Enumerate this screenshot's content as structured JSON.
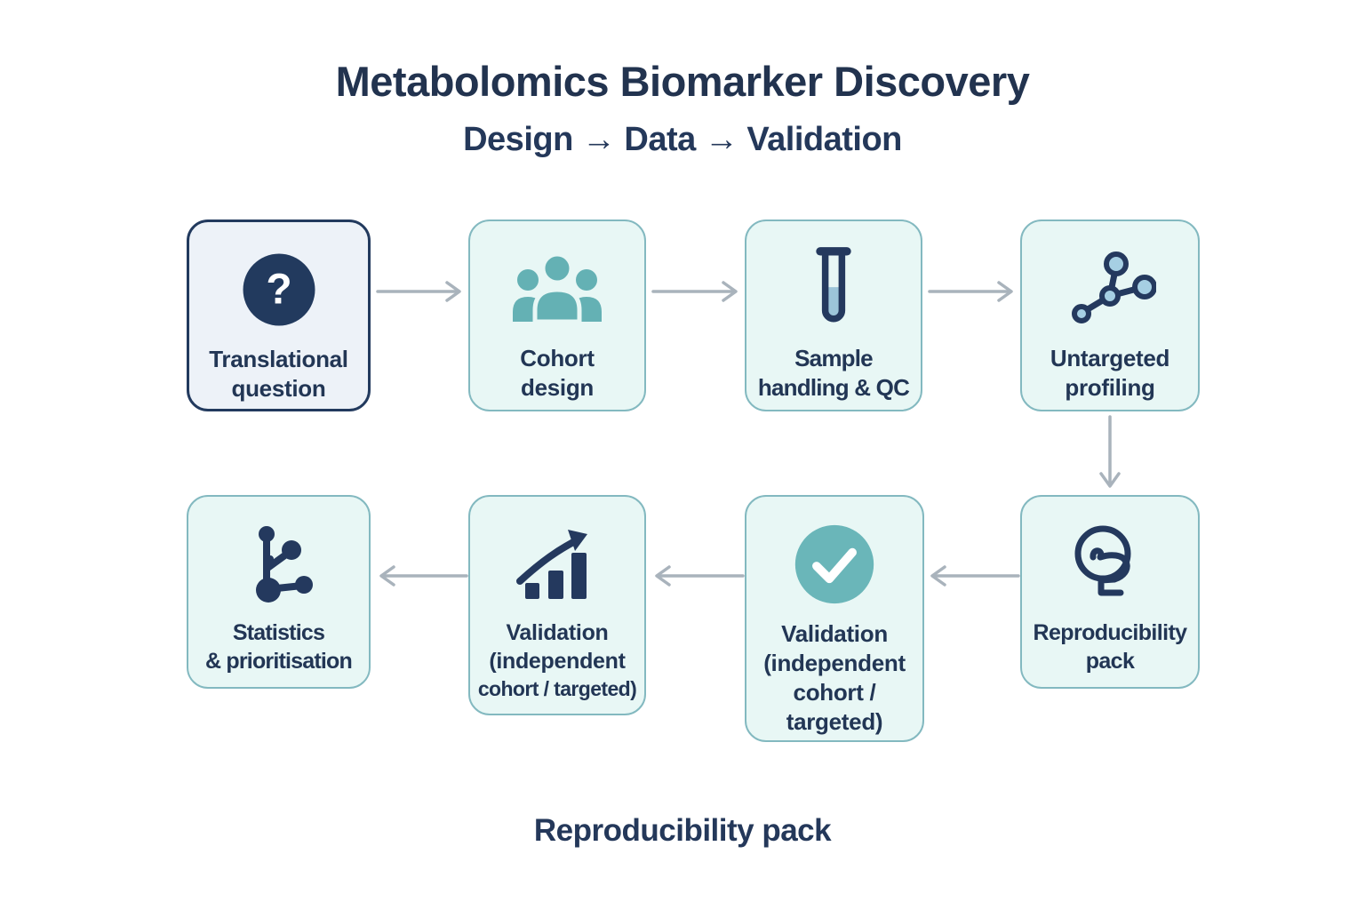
{
  "header": {
    "title": "Metabolomics Biomarker Discovery",
    "subtitle": "Design → Data → Validation"
  },
  "caption": "Reproducibility pack",
  "colors": {
    "page_background": "#ffffff",
    "heading_navy": "#22334f",
    "label_navy": "#223655",
    "icon_navy": "#24395e",
    "primary_box_background": "#edf2f8",
    "primary_box_border": "#223a5e",
    "box_background": "#e8f7f5",
    "box_border": "#83b9c0",
    "teal_icon": "#64b1b4",
    "check_circle": "#6ab6b9",
    "node_fill_blue": "#a6cfe3",
    "liquid_blue": "#9cc5d9",
    "arrow_gray": "#a9b3bc"
  },
  "flow": {
    "nodes": [
      {
        "id": "translational-question",
        "icon": "question-icon",
        "lines": [
          "Translational",
          "question"
        ]
      },
      {
        "id": "cohort-design",
        "icon": "people-group-icon",
        "lines": [
          "Cohort",
          "design"
        ]
      },
      {
        "id": "sample-handling-qc",
        "icon": "test-tube-icon",
        "lines": [
          "Sample",
          "handling & QC"
        ]
      },
      {
        "id": "untargeted-profiling",
        "icon": "molecule-network-icon",
        "lines": [
          "Untargeted",
          "profiling"
        ]
      },
      {
        "id": "reproducibility-pack",
        "icon": "reproducibility-pack-icon",
        "lines": [
          "Reproducibility",
          "pack"
        ]
      },
      {
        "id": "validation-check",
        "icon": "checkmark-circle-icon",
        "lines": [
          "Validation",
          "(independent",
          "cohort /",
          "targeted)"
        ]
      },
      {
        "id": "validation-chart",
        "icon": "growth-chart-icon",
        "lines": [
          "Validation",
          "(independent",
          "cohort / targeted)"
        ]
      },
      {
        "id": "statistics-prioritisation",
        "icon": "branch-nodes-icon",
        "lines": [
          "Statistics",
          "& prioritisation"
        ]
      }
    ]
  }
}
